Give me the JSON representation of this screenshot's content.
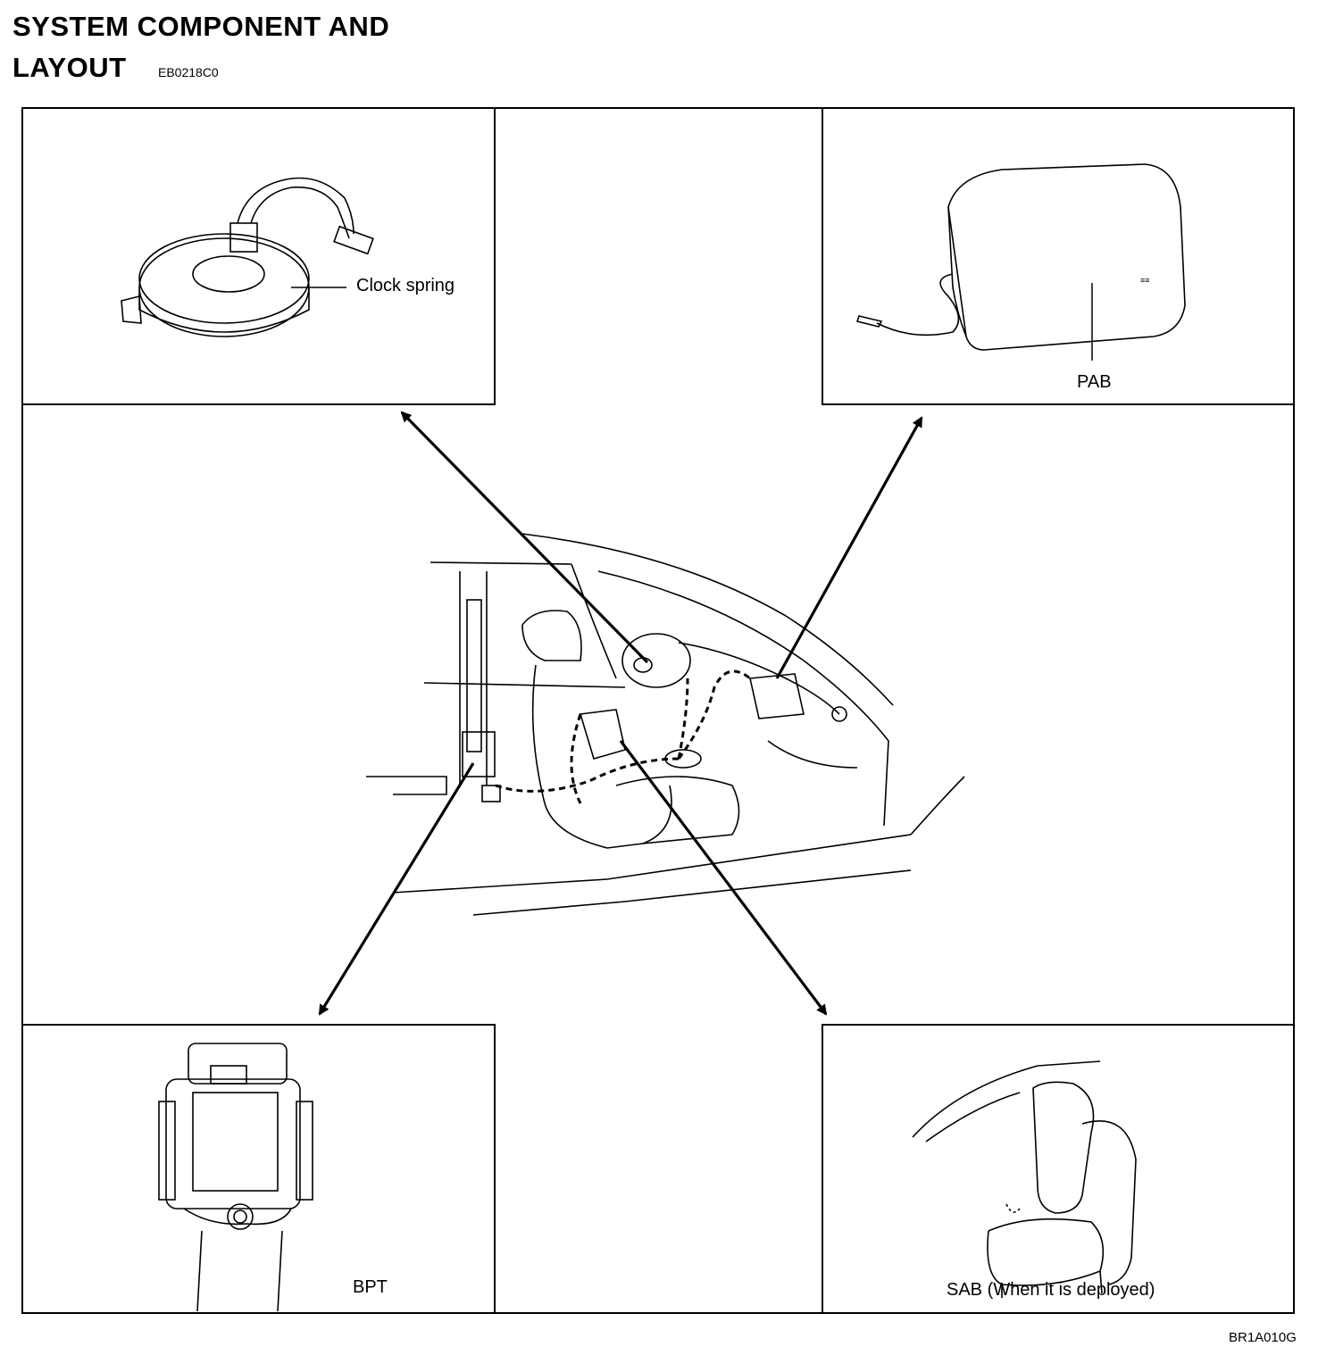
{
  "header": {
    "title_line1": "SYSTEM  COMPONENT  AND",
    "title_line2": "LAYOUT",
    "section_code": "EB0218C0"
  },
  "components": {
    "clock_spring": "Clock spring",
    "pab": "PAB",
    "bpt": "BPT",
    "sab": "SAB (When it is deployed)"
  },
  "figure_id": "BR1A010G"
}
